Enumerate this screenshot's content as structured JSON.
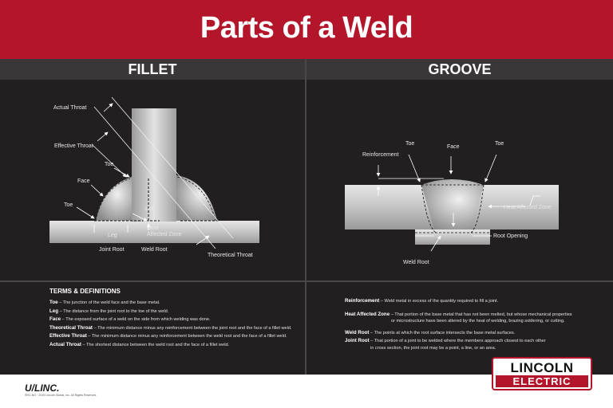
{
  "title": "Parts of a Weld",
  "fillet": {
    "heading": "FILLET",
    "labels": {
      "actual_throat": "Actual Throat",
      "effective_throat": "Effective Throat",
      "toe_top": "Toe",
      "face": "Face",
      "toe_left": "Toe",
      "leg_vertical": "Leg",
      "leg_horizontal": "Leg",
      "heat_affected_zone_1": "Heat",
      "heat_affected_zone_2": "Affected Zone",
      "joint_root": "Joint Root",
      "weld_root": "Weld Root",
      "theoretical_throat": "Theoretical Throat"
    }
  },
  "groove": {
    "heading": "GROOVE",
    "labels": {
      "toe_left": "Toe",
      "face": "Face",
      "toe_right": "Toe",
      "reinforcement": "Reinforcement",
      "heat_affected_zone": "Heat Affected Zone",
      "root_opening": "Root Opening",
      "weld_root": "Weld Root"
    }
  },
  "terms": {
    "title": "TERMS & DEFINITIONS",
    "left": [
      {
        "term": "Toe",
        "def": " – The junction of the weld face and the base metal."
      },
      {
        "term": "Leg",
        "def": " – The distance from the joint root to the toe of the weld."
      },
      {
        "term": "Face",
        "def": " – The exposed surface of a weld on the side from which welding was done."
      },
      {
        "term": "Theoretical Throat",
        "def": " – The minimum distance minus any reinforcement between the joint root and the face of a fillet weld."
      },
      {
        "term": "Effective Throat",
        "def": " – The minimum distance minus any reinforcement between the weld root and the face of a fillet weld."
      },
      {
        "term": "Actual Throat",
        "def": " – The shortest distance between the weld root and the face of a fillet weld."
      }
    ],
    "right": [
      {
        "term": "Reinforcement",
        "def": " – Weld metal in excess of the quantity required to fill a joint.",
        "cont": ""
      },
      {
        "term": "Heat Affected Zone",
        "def": " – That portion of the base metal that has not been melted, but whose mechanical properties",
        "cont": "or microstructure have been altered by the heat of welding, brazing soldering, or cutting."
      },
      {
        "term": "Weld Root",
        "def": " – The points at which the root surface intersects the base metal surfaces.",
        "cont": ""
      },
      {
        "term": "Joint Root",
        "def": " – That portion of a joint to be welded where the members approach closest to each other",
        "cont": "in cross section, the joint root may be a point, a line, or an area."
      }
    ]
  },
  "footer": {
    "brand": "U/LINC.",
    "copyright": "SRC-NG · 2015 Lincoln Global, Inc. All Rights Reserved."
  },
  "logo": {
    "top": "LINCOLN",
    "bottom": "ELECTRIC"
  },
  "colors": {
    "banner": "#b3162a",
    "board": "#221f20",
    "header_bar": "#3a3738"
  }
}
